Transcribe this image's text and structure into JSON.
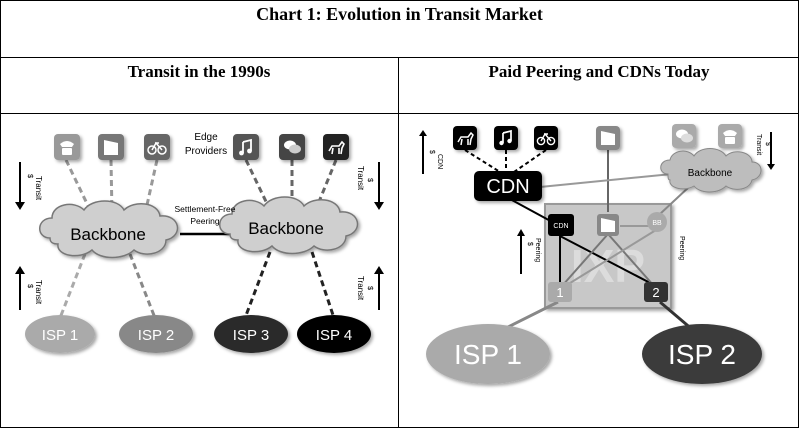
{
  "title": "Chart 1: Evolution in Transit Market",
  "left": {
    "heading": "Transit in the 1990s",
    "edge_label_1": "Edge",
    "edge_label_2": "Providers",
    "backbone_left": "Backbone",
    "backbone_right": "Backbone",
    "settlement_1": "Settlement-Free",
    "settlement_2": "Peering",
    "transit": "Transit",
    "dollar": "$",
    "isps": [
      "ISP 1",
      "ISP 2",
      "ISP 3",
      "ISP 4"
    ]
  },
  "right": {
    "heading": "Paid Peering and CDNs Today",
    "cdn": "CDN",
    "cdn_small": "CDN",
    "cdn_vertical": "CDN",
    "backbone": "Backbone",
    "transit": "Transit",
    "peering": "Peering",
    "dollar": "$",
    "ixp": "IXP",
    "bb": "BB",
    "port1": "1",
    "port2": "2",
    "isps": [
      "ISP 1",
      "ISP 2"
    ]
  },
  "icons": {
    "left_top": [
      "phone-icon",
      "film-icon",
      "bike-icon",
      "music-icon",
      "chat-icon",
      "dog-icon"
    ],
    "right_top": [
      "dog-icon",
      "music-icon",
      "bike-icon",
      "film-icon",
      "chat-icon",
      "phone-icon"
    ]
  }
}
